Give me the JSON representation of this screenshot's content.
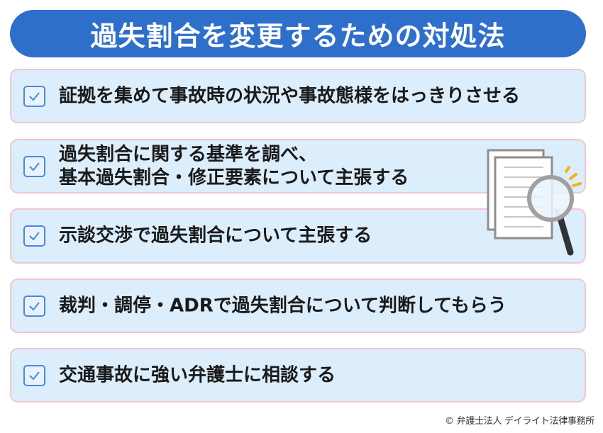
{
  "header": {
    "title": "過失割合を変更するための対処法"
  },
  "items": [
    {
      "lines": [
        "証拠を集めて事故時の状況や事故態様をはっきりさせる"
      ],
      "checked": true
    },
    {
      "lines": [
        "過失割合に関する基準を調べ、",
        "基本過失割合・修正要素について主張する"
      ],
      "checked": true
    },
    {
      "lines": [
        "示談交渉で過失割合について主張する"
      ],
      "checked": true
    },
    {
      "lines": [
        "裁判・調停・ADRで過失割合について判断してもらう"
      ],
      "checked": true
    },
    {
      "lines": [
        "交通事故に強い弁護士に相談する"
      ],
      "checked": true
    }
  ],
  "illustration": {
    "icon": "documents-magnifying-glass-icon"
  },
  "footer": {
    "copyright": "© 弁護士法人 デイライト法律事務所"
  },
  "colors": {
    "header_bg": "#2f6fcc",
    "card_bg": "#dcedfb",
    "card_border": "#f1c6d1",
    "checkbox": "#4a8ad6",
    "text": "#1a1a1a",
    "accent_sparkle": "#f5b31a"
  }
}
